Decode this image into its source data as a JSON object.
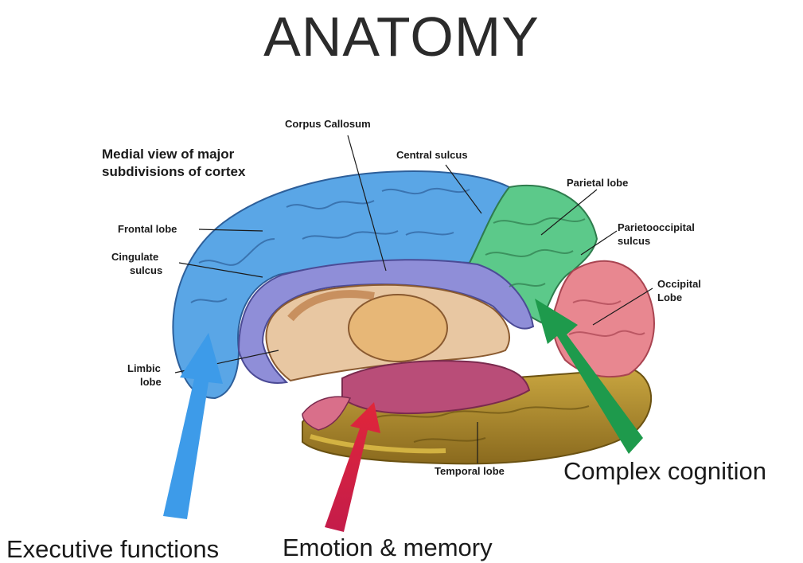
{
  "title": "ANATOMY",
  "subtitle_lines": [
    "Medial view of major",
    "subdivisions of cortex"
  ],
  "labels": {
    "corpus_callosum": "Corpus Callosum",
    "central_sulcus": "Central sulcus",
    "parietal_lobe": "Parietal lobe",
    "parietooccipital_1": "Parietooccipital",
    "parietooccipital_2": "sulcus",
    "occipital_1": "Occipital",
    "occipital_2": "Lobe",
    "frontal_lobe": "Frontal lobe",
    "cingulate_1": "Cingulate",
    "cingulate_2": "sulcus",
    "limbic_1": "Limbic",
    "limbic_2": "lobe",
    "temporal_lobe": "Temporal lobe"
  },
  "captions": {
    "executive": "Executive functions",
    "emotion": "Emotion & memory",
    "complex": "Complex cognition"
  },
  "colors": {
    "frontal": "#5aa6e6",
    "parietal": "#5cc98a",
    "occipital": "#e88790",
    "limbic": "#8f8ed8",
    "temporal": "#b8962e",
    "arrow_blue": "#3d9be9",
    "arrow_red": "#e0263a",
    "arrow_green": "#1e9a4c"
  }
}
